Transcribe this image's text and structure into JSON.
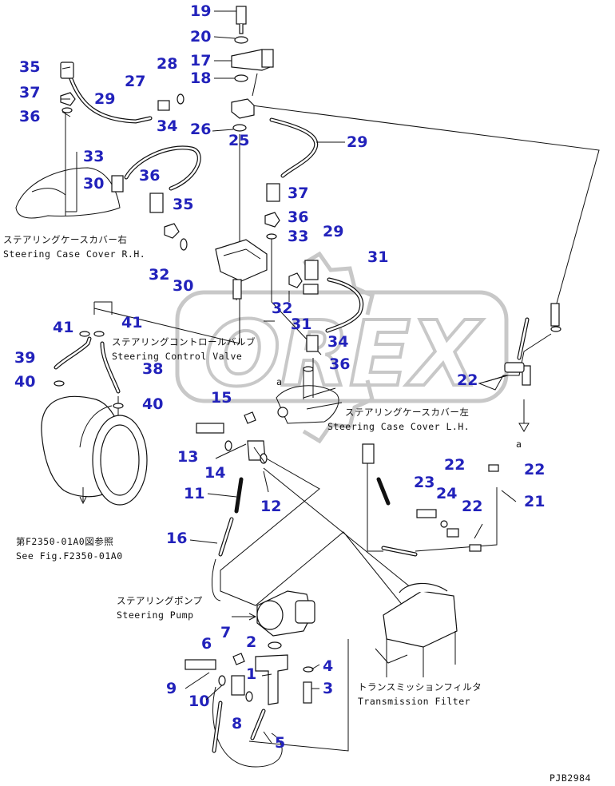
{
  "diagram": {
    "part_numbers": [
      "19",
      "20",
      "17",
      "18",
      "28",
      "27",
      "29",
      "35",
      "37",
      "36",
      "26",
      "25",
      "29",
      "34",
      "33",
      "36",
      "30",
      "35",
      "37",
      "36",
      "33",
      "29",
      "31",
      "32",
      "30",
      "32",
      "31",
      "34",
      "41",
      "41",
      "39",
      "38",
      "36",
      "40",
      "40",
      "22",
      "15",
      "13",
      "14",
      "11",
      "12",
      "23",
      "24",
      "22",
      "22",
      "21",
      "22",
      "16",
      "7",
      "2",
      "6",
      "4",
      "1",
      "9",
      "10",
      "3",
      "8",
      "5"
    ],
    "labels": {
      "case_cover_rh_jp": "ステアリングケースカバー右",
      "case_cover_rh_en": "Steering Case Cover R.H.",
      "control_valve_jp": "ステアリングコントロールバルブ",
      "control_valve_en": "Steering Control Valve",
      "case_cover_lh_jp": "ステアリングケースカバー左",
      "case_cover_lh_en": "Steering Case Cover L.H.",
      "see_fig_jp": "第F2350-01A0図参照",
      "see_fig_en": "See Fig.F2350-01A0",
      "pump_jp": "ステアリングポンプ",
      "pump_en": "Steering Pump",
      "filter_jp": "トランスミッションフィルタ",
      "filter_en": "Transmission Filter",
      "ref_a1": "a",
      "ref_a2": "a",
      "drawing_code": "PJB2984"
    },
    "watermark": "OREX"
  }
}
